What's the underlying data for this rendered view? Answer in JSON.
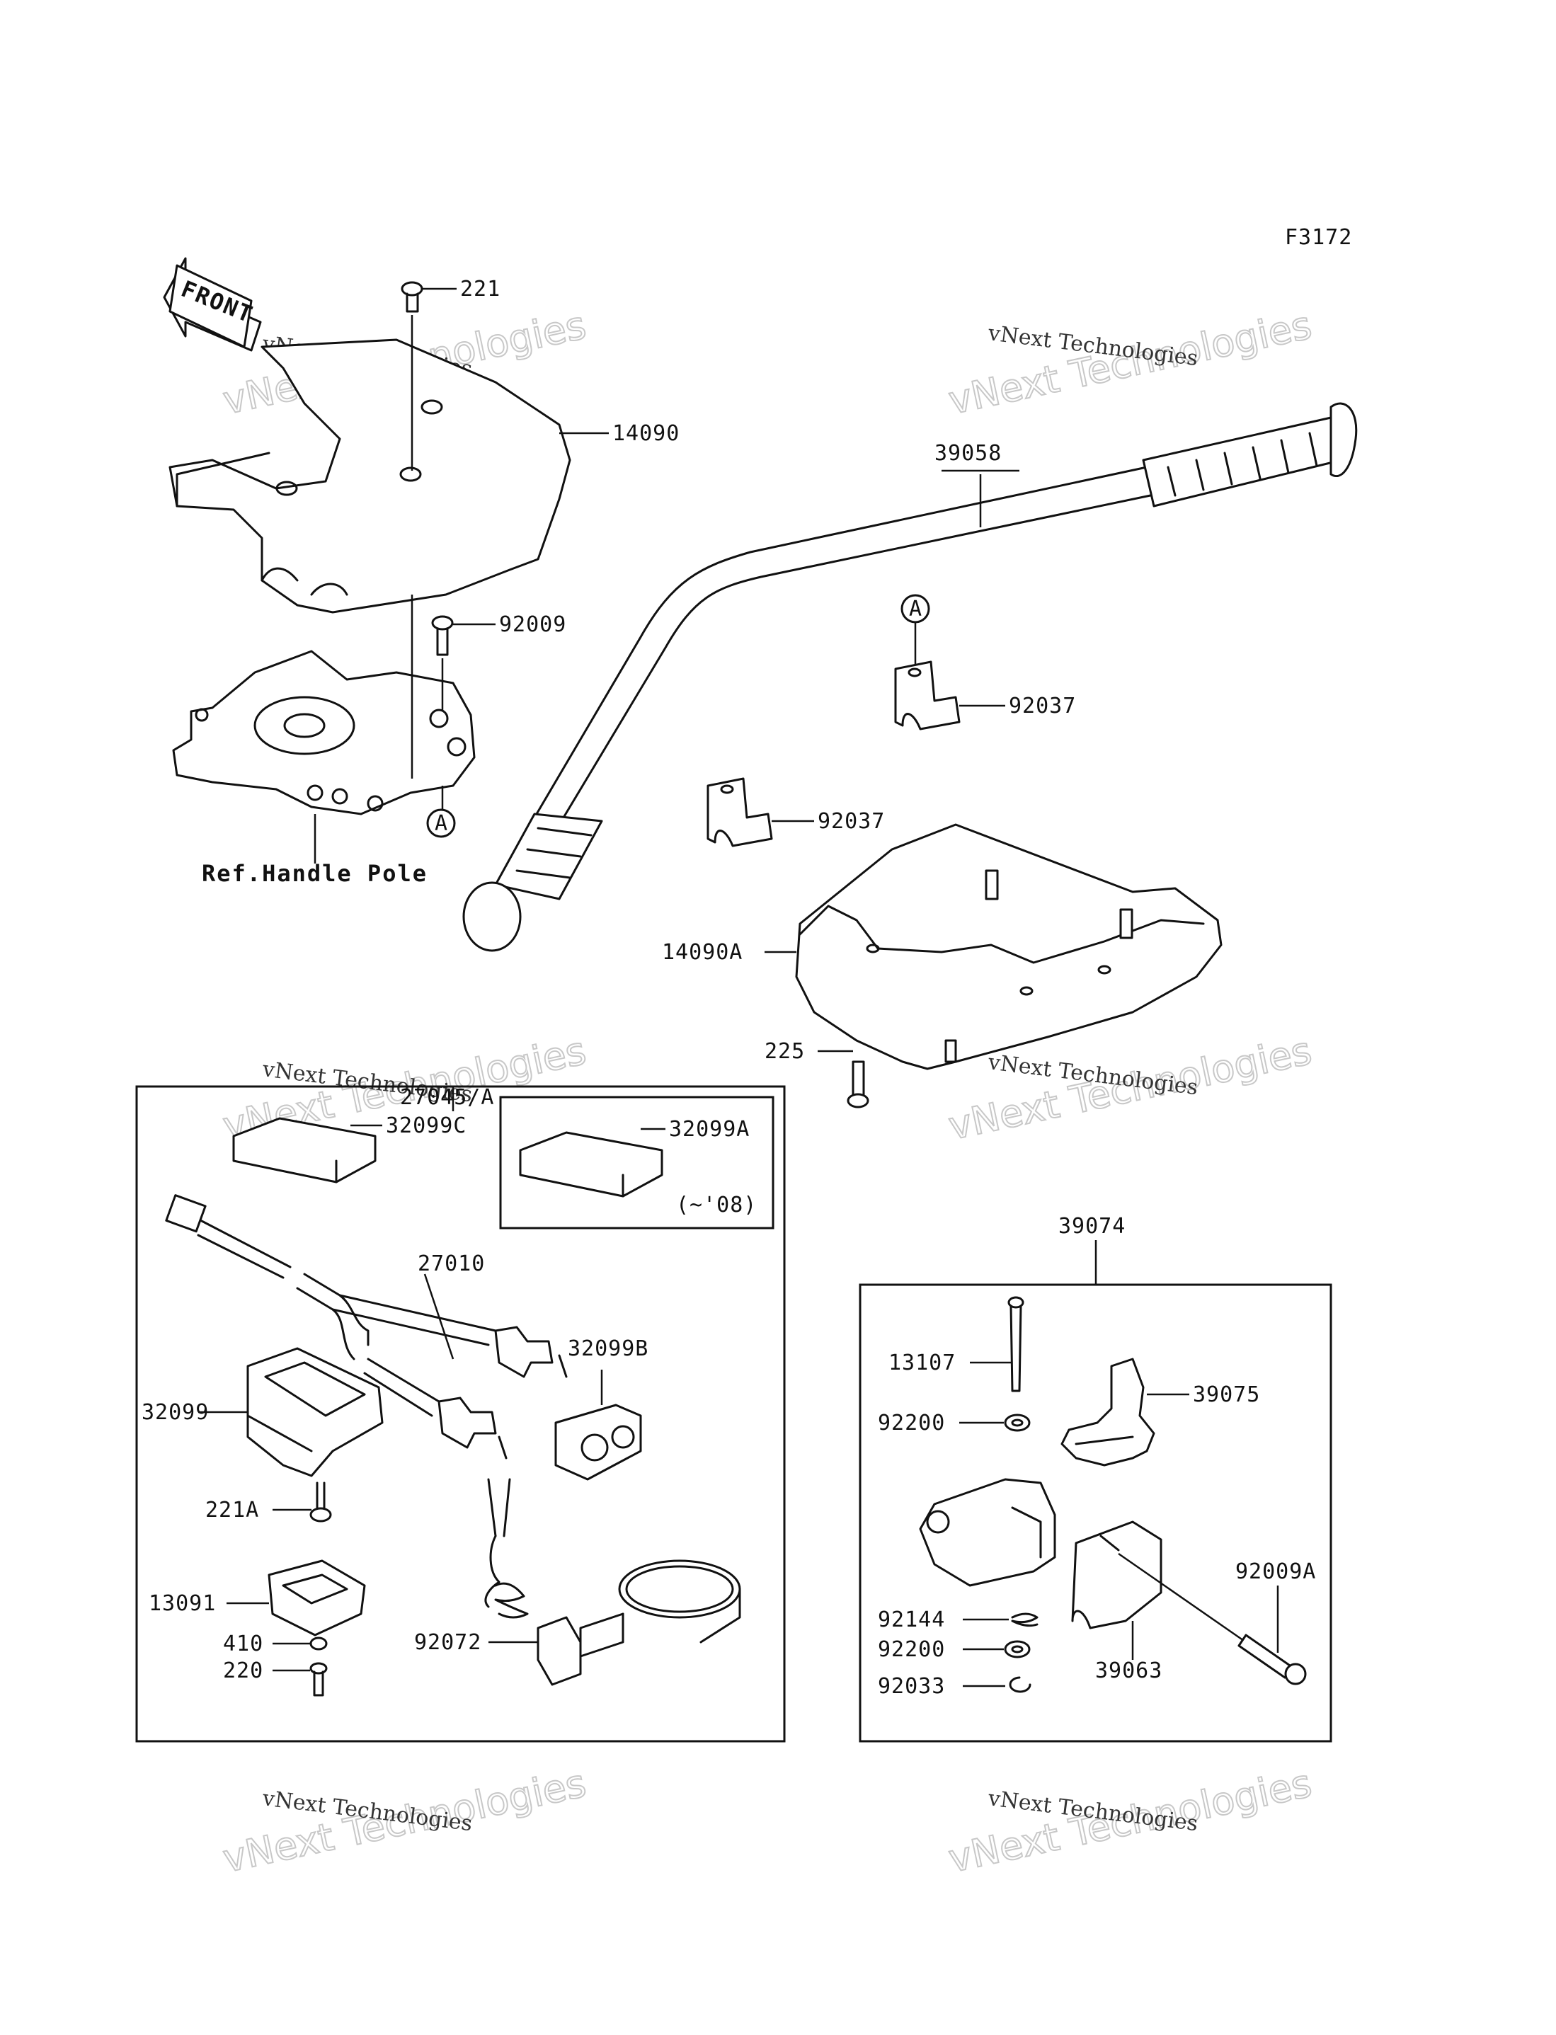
{
  "figure_code": "F3172",
  "front_arrow_label": "FRONT",
  "watermark": {
    "line1": "vNext Technologies",
    "line2": "vNext Technologies"
  },
  "ref_label": "Ref.Handle Pole",
  "ref_markers": [
    "A",
    "A"
  ],
  "date_note": "(~'08)",
  "callouts": {
    "p221": "221",
    "p14090": "14090",
    "p39058": "39058",
    "p92009": "92009",
    "p92037a": "92037",
    "p92037b": "92037",
    "p14090A": "14090A",
    "p225": "225",
    "p27045A": "27045/A",
    "p32099C": "32099C",
    "p32099A": "32099A",
    "p27010": "27010",
    "p32099B": "32099B",
    "p32099": "32099",
    "p221A": "221A",
    "p13091": "13091",
    "p410": "410",
    "p220": "220",
    "p92072": "92072",
    "p39074": "39074",
    "p13107": "13107",
    "p39075": "39075",
    "p92200a": "92200",
    "p92144": "92144",
    "p92200b": "92200",
    "p92033": "92033",
    "p39063": "39063",
    "p92009A": "92009A"
  }
}
